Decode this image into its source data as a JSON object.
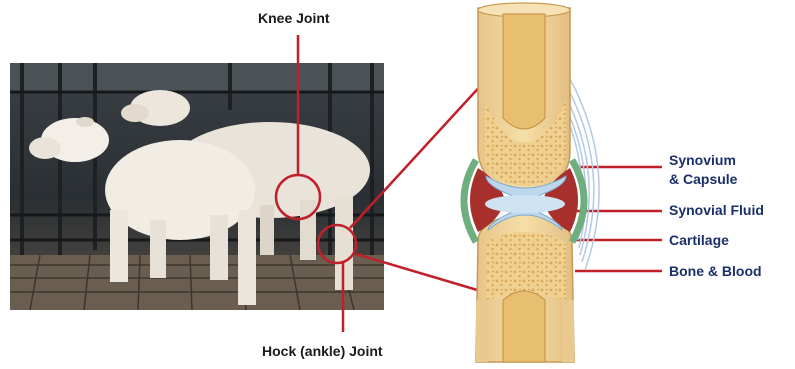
{
  "labels": {
    "knee_joint": "Knee Joint",
    "hock_joint": "Hock (ankle) Joint",
    "synovium_line1": "Synovium",
    "synovium_line2": "& Capsule",
    "synovial_fluid": "Synovial Fluid",
    "cartilage": "Cartilage",
    "bone_blood": "Bone & Blood"
  },
  "colors": {
    "callout_red": "#c0202a",
    "label_navy": "#1b2f6b",
    "bone_yellow": "#f3d9a0",
    "cartilage_blue": "#bcd6ec",
    "capsule_green": "#6fae7f",
    "fluid_red": "#a8302c"
  }
}
